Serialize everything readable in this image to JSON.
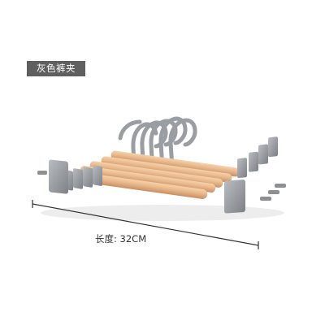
{
  "product": {
    "tag_label": "灰色裤夹",
    "length_label": "长度: 32CM"
  },
  "colors": {
    "tag_background": "#5f5f5f",
    "wood": "#e8b88c",
    "clip_grey": "#8d8f93",
    "hook_grey": "#9a9ea3",
    "measure_line": "#333333"
  },
  "icons": {
    "product_image": "pants-hanger-stack-illustration"
  }
}
